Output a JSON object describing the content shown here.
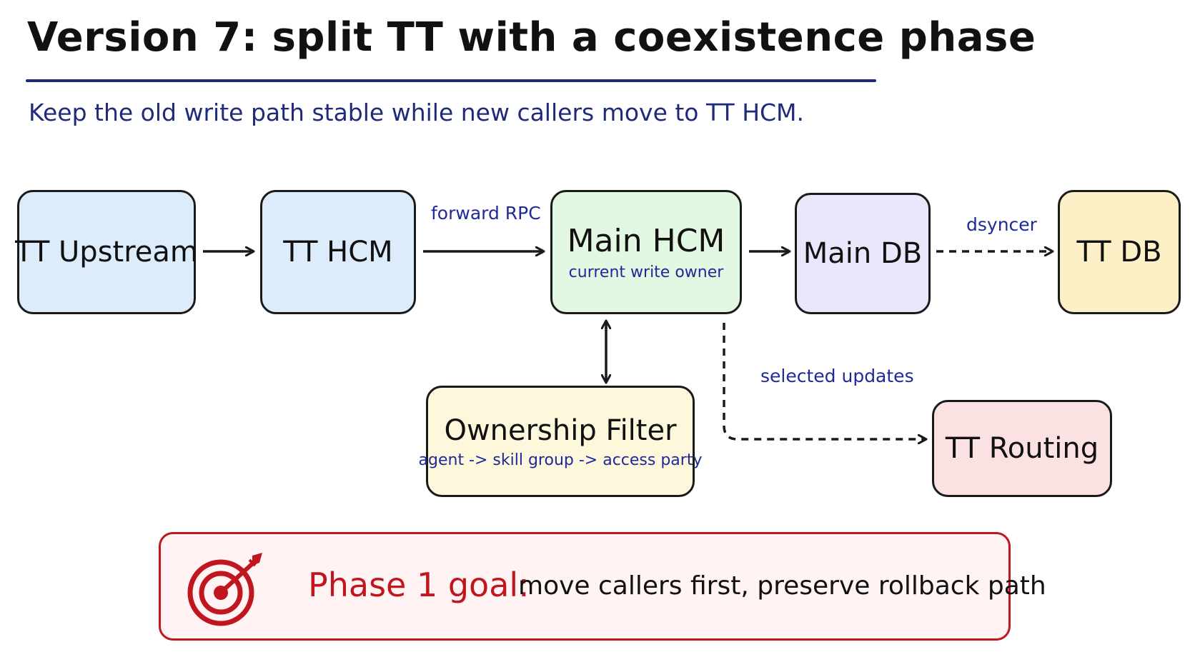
{
  "title": "Version 7: split TT with a coexistence phase",
  "subtitle": "Keep the old write path stable while new callers move to TT HCM.",
  "nodes": {
    "tt_upstream": {
      "label": "TT Upstream"
    },
    "tt_hcm": {
      "label": "TT HCM"
    },
    "main_hcm": {
      "label": "Main HCM",
      "sub": "current write owner"
    },
    "main_db": {
      "label": "Main DB"
    },
    "tt_db": {
      "label": "TT DB"
    },
    "ownership_filter": {
      "label": "Ownership Filter",
      "sub": "agent -> skill group -> access party"
    },
    "tt_routing": {
      "label": "TT Routing"
    }
  },
  "edges": {
    "forward_rpc": "forward RPC",
    "dsyncer": "dsyncer",
    "selected_updates": "selected updates"
  },
  "goal": {
    "label": "Phase 1 goal:",
    "text": "move callers first, preserve rollback path",
    "icon": "target-icon"
  },
  "colors": {
    "blue_fill": "#dcecfb",
    "green_fill": "#e3f8e3",
    "purple_fill": "#ebe6fb",
    "yellow_fill": "#fdf0c6",
    "cream_fill": "#fdf7dc",
    "pink_fill": "#fbe1e1",
    "accent_red": "#c0161f",
    "accent_navy": "#1f2a7a"
  }
}
